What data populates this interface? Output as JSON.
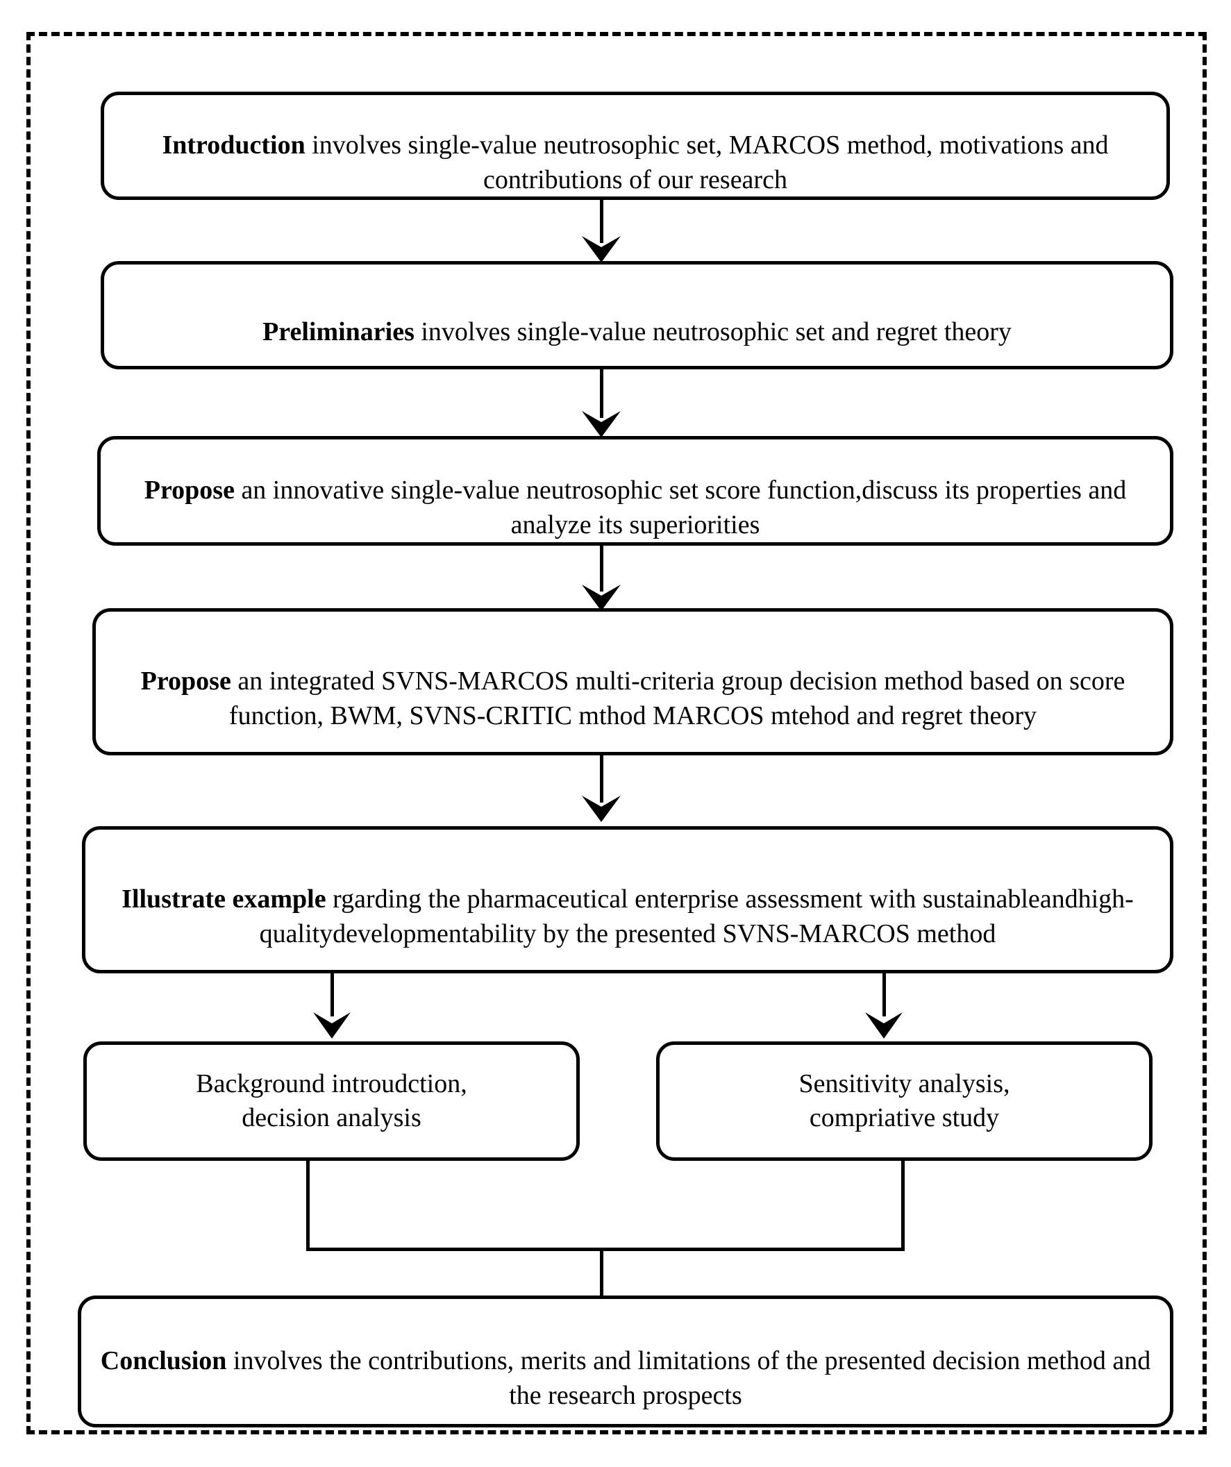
{
  "diagram": {
    "title_visible": false,
    "border_style": "dashed",
    "accent_color": "#000000",
    "background_color": "#ffffff",
    "nodes": [
      {
        "id": "introduction",
        "name": "node-introduction",
        "bold_lead": "Introduction",
        "rest": " involves single-value neutrosophic set, MARCOS method, motivations and contributions of our research",
        "full_text": "Introduction involves single-value neutrosophic set, MARCOS method, motivations and contributions of our research"
      },
      {
        "id": "preliminaries",
        "name": "node-preliminaries",
        "bold_lead": "Preliminaries",
        "rest": " involves single-value neutrosophic set and regret theory",
        "full_text": "Preliminaries involves single-value neutrosophic set and regret theory"
      },
      {
        "id": "propose-score-function",
        "name": "node-propose-score-function",
        "bold_lead": "Propose",
        "rest": " an innovative single-value neutrosophic set score function,discuss its properties and analyze its superiorities",
        "full_text": "Propose an innovative single-value neutrosophic set score function,discuss its properties and analyze its superiorities"
      },
      {
        "id": "propose-svns-marcos",
        "name": "node-propose-svns-marcos",
        "bold_lead": "Propose",
        "rest": " an integrated SVNS-MARCOS multi-criteria group decision method based on score function, BWM, SVNS-CRITIC mthod MARCOS mtehod and regret theory",
        "full_text": "Propose an integrated SVNS-MARCOS multi-criteria group decision method based on score function, BWM, SVNS-CRITIC mthod MARCOS mtehod and regret theory"
      },
      {
        "id": "illustrate-example",
        "name": "node-illustrate-example",
        "bold_lead": "Illustrate example",
        "rest": " rgarding the pharmaceutical enterprise assessment with sustainableandhigh-qualitydevelopmentability by the presented SVNS-MARCOS method",
        "full_text": "Illustrate example rgarding the pharmaceutical enterprise assessment with sustainableandhigh-qualitydevelopmentability by the presented SVNS-MARCOS method"
      },
      {
        "id": "background-introduction",
        "name": "node-background-introduction",
        "bold_lead": "",
        "rest": "Background introudction, decision analysis",
        "full_text": "Background introudction,\ndecision analysis"
      },
      {
        "id": "sensitivity-analysis",
        "name": "node-sensitivity-analysis",
        "bold_lead": "",
        "rest": "Sensitivity analysis, compriative study",
        "full_text": "Sensitivity analysis,\ncompriative study"
      },
      {
        "id": "conclusion",
        "name": "node-conclusion",
        "bold_lead": "Conclusion",
        "rest": " involves the contributions, merits and limitations of the presented decision method and the research prospects",
        "full_text": "Conclusion involves the contributions, merits and limitations of the presented decision method and the research prospects"
      }
    ],
    "connectors": [
      {
        "from": "introduction",
        "to": "preliminaries",
        "type": "arrow-down"
      },
      {
        "from": "preliminaries",
        "to": "propose-score-function",
        "type": "arrow-down"
      },
      {
        "from": "propose-score-function",
        "to": "propose-svns-marcos",
        "type": "arrow-down"
      },
      {
        "from": "propose-svns-marcos",
        "to": "illustrate-example",
        "type": "arrow-down"
      },
      {
        "from": "illustrate-example",
        "to": "background-introduction",
        "type": "arrow-down"
      },
      {
        "from": "illustrate-example",
        "to": "sensitivity-analysis",
        "type": "arrow-down"
      },
      {
        "from": "background-introduction",
        "to": "conclusion",
        "type": "line-merge"
      },
      {
        "from": "sensitivity-analysis",
        "to": "conclusion",
        "type": "line-merge"
      }
    ]
  }
}
